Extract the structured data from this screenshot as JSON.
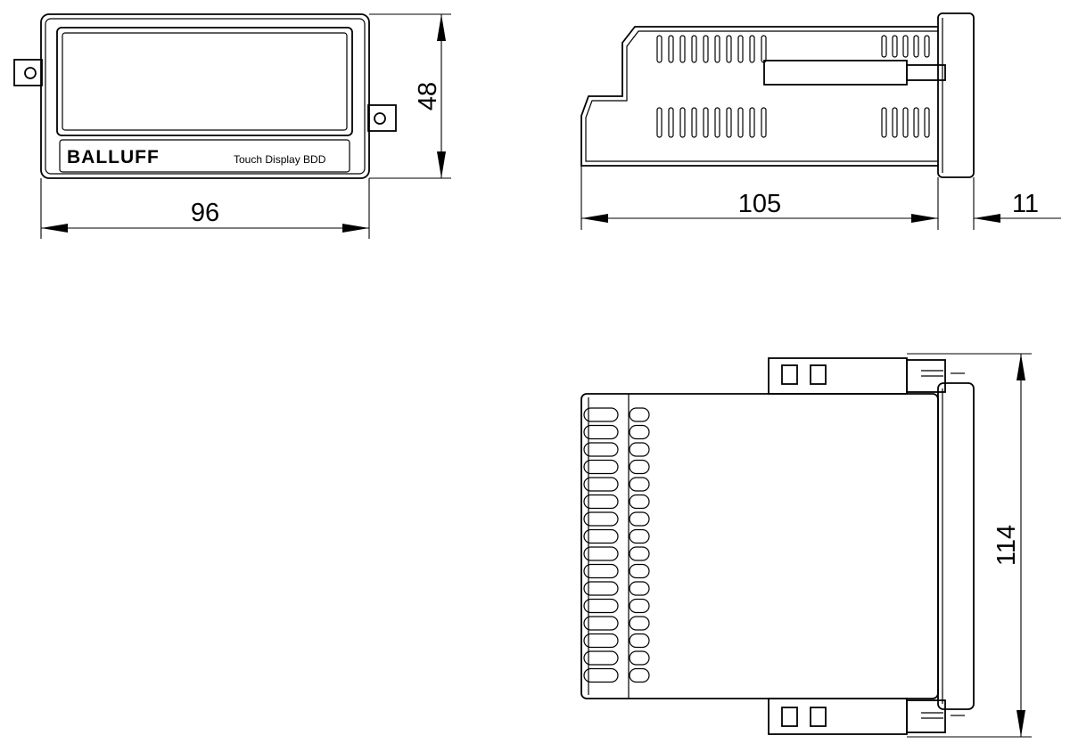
{
  "front_view": {
    "brand": "BALLUFF",
    "model_label": "Touch Display BDD",
    "width_dim": "96",
    "height_dim": "48"
  },
  "side_view": {
    "length_dim": "105",
    "bezel_dim": "11"
  },
  "top_view": {
    "depth_dim": "114"
  }
}
